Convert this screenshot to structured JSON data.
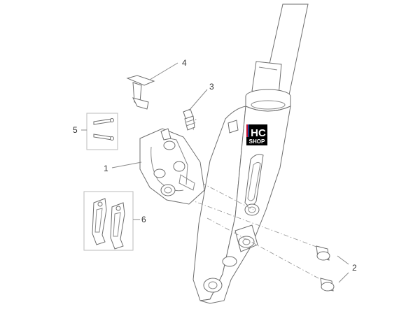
{
  "callouts": [
    {
      "id": "1",
      "label": "1"
    },
    {
      "id": "2",
      "label": "2"
    },
    {
      "id": "3",
      "label": "3"
    },
    {
      "id": "4",
      "label": "4"
    },
    {
      "id": "5",
      "label": "5"
    },
    {
      "id": "6",
      "label": "6"
    }
  ],
  "badge": {
    "line1": "HC",
    "line2": "SHOP",
    "colors": {
      "blue": "#1e3a8a",
      "red": "#c8102e",
      "black": "#000000"
    }
  },
  "colors": {
    "line": "#8a8a8a",
    "background": "#ffffff"
  }
}
